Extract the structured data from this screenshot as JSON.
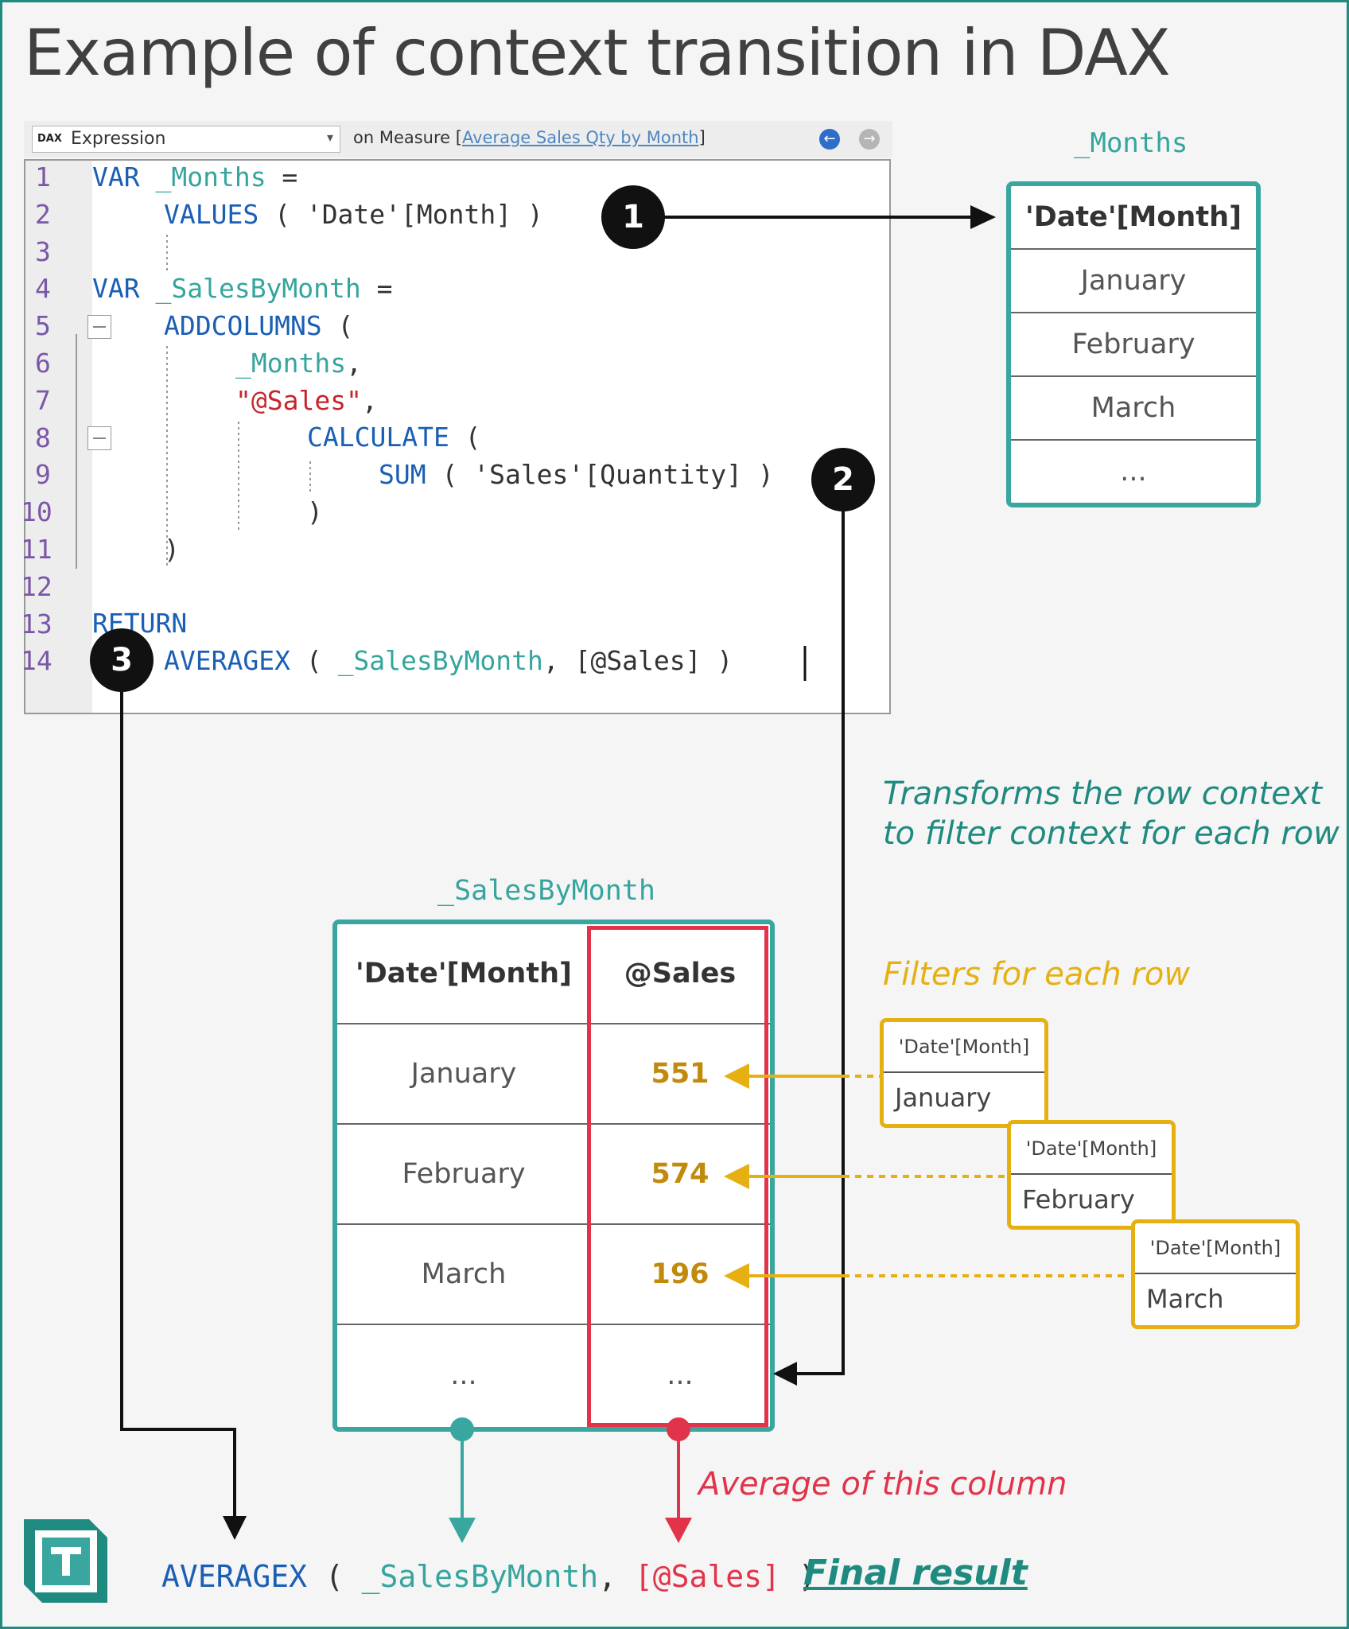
{
  "title": "Example of context transition in DAX",
  "toolbar": {
    "dax_label": "DAX",
    "dropdown_value": "Expression",
    "on_measure_prefix": "on Measure [",
    "measure_link": "Average Sales Qty by Month",
    "on_measure_suffix": "]"
  },
  "code": {
    "line_numbers": [
      "1",
      "2",
      "3",
      "4",
      "5",
      "6",
      "7",
      "8",
      "9",
      "10",
      "11",
      "12",
      "13",
      "14"
    ],
    "l1_kw": "VAR",
    "l1_var": "_Months",
    "l1_op": " =",
    "l2_kw": "VALUES",
    "l2_rest": " ( 'Date'[Month] )",
    "l4_kw": "VAR",
    "l4_var": "_SalesByMonth",
    "l4_op": " =",
    "l5_kw": "ADDCOLUMNS",
    "l5_rest": " (",
    "l6_var": "_Months",
    "l6_rest": ",",
    "l7_str": "\"@Sales\"",
    "l7_rest": ",",
    "l8_kw": "CALCULATE",
    "l8_rest": " (",
    "l9_kw": "SUM",
    "l9_rest": " ( 'Sales'[Quantity] )",
    "l10": ")",
    "l11": ")",
    "l13_kw": "RETURN",
    "l14_kw": "AVERAGEX",
    "l14_open": " ( ",
    "l14_var": "_SalesByMonth",
    "l14_rest": ", [@Sales] )"
  },
  "months_table": {
    "title": "_Months",
    "header": "'Date'[Month]",
    "rows": [
      "January",
      "February",
      "March",
      "..."
    ]
  },
  "sales_table": {
    "title": "_SalesByMonth",
    "headers": [
      "'Date'[Month]",
      "@Sales"
    ],
    "rows": [
      {
        "month": "January",
        "sales": "551"
      },
      {
        "month": "February",
        "sales": "574"
      },
      {
        "month": "March",
        "sales": "196"
      },
      {
        "month": "...",
        "sales": "..."
      }
    ]
  },
  "notes": {
    "transforms_line1": "Transforms the row context",
    "transforms_line2": "to filter context for each row",
    "filters": "Filters for each row",
    "average": "Average of this column"
  },
  "filter_boxes": [
    {
      "header": "'Date'[Month]",
      "value": "January"
    },
    {
      "header": "'Date'[Month]",
      "value": "February"
    },
    {
      "header": "'Date'[Month]",
      "value": "March"
    }
  ],
  "badges": [
    "1",
    "2",
    "3"
  ],
  "bottom": {
    "kw": "AVERAGEX",
    "open": " ( ",
    "var": "_SalesByMonth",
    "comma": ", ",
    "col": "[@Sales]",
    "close": " )",
    "final": "Final result"
  },
  "colors": {
    "teal": "#3aa6a0",
    "red": "#e1344a",
    "gold": "#e6b012",
    "keyword_blue": "#1a5fb4"
  },
  "icons": {
    "logo": "logo-icon"
  }
}
